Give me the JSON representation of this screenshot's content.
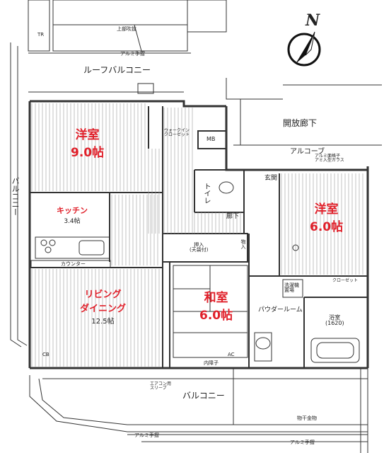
{
  "rooms": {
    "western_room_1": {
      "name": "洋室",
      "size": "9.0帖"
    },
    "kitchen": {
      "name": "キッチン",
      "size": "3.4帖"
    },
    "living_dining": {
      "name": "リビング",
      "name2": "ダイニング",
      "size": "12.5帖"
    },
    "japanese_room": {
      "name": "和室",
      "size": "6.0帖"
    },
    "western_room_2": {
      "name": "洋室",
      "size": "6.0帖"
    }
  },
  "labels": {
    "roof_balcony": "ルーフバルコニー",
    "balcony_left": "バルコニー",
    "balcony_bottom": "バルコニー",
    "open_corridor": "開放廊下",
    "alcove": "アルコーブ",
    "aluminum_railing_glass": "アルミ面格子\nアミ入型ガラス",
    "entrance": "玄関",
    "corridor": "廊下",
    "toilet": "トイレ",
    "walk_in_closet": "ウォークイン\nクローゼット",
    "mb": "MB",
    "tr": "TR",
    "top_skylight": "上部吹抜",
    "aluminum_handrail": "アルミ手摺",
    "counter": "カウンター",
    "closet": "押入\n(天袋付)",
    "storage": "物入",
    "powder_room": "パウダールーム",
    "washer_space": "洗濯機\n置場",
    "closet_small": "クローゼット",
    "bathroom": "浴室\n(1620)",
    "inner_frame": "内障子",
    "ac_sleeve": "エアコン用\nスリーブ",
    "laundry_rack": "物干金物",
    "ac": "AC",
    "cb": "CB",
    "north": "N"
  },
  "colors": {
    "room_label": "#e0202a",
    "line": "#333333",
    "floor": "#9a9a9a"
  }
}
